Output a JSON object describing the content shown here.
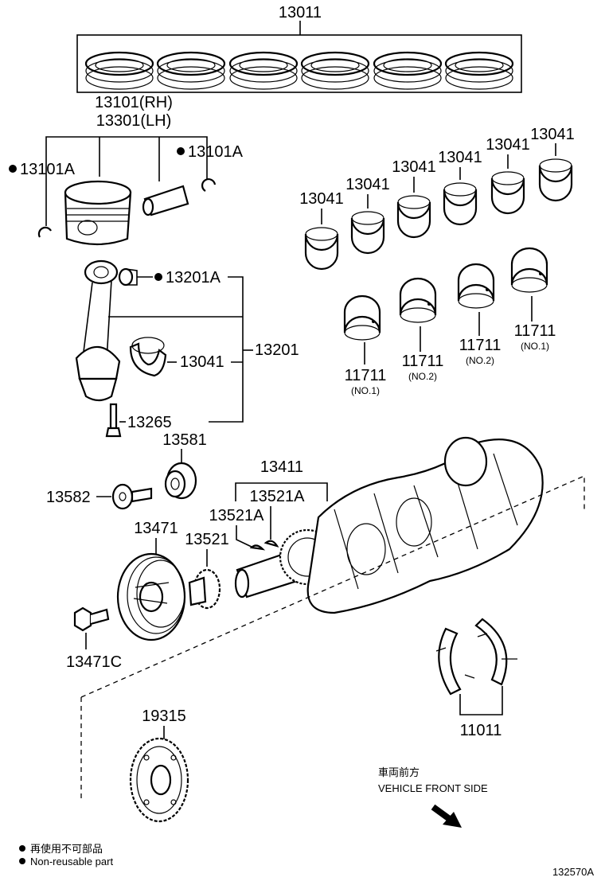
{
  "labels": {
    "ring_set": "13011",
    "piston_rh": "13101(RH)",
    "piston_lh": "13301(LH)",
    "snap_ring_left": "13101A",
    "snap_ring_right": "13101A",
    "bushing": "13201A",
    "con_rod_assy": "13201",
    "rod_bearing": "13041",
    "rod_bolt": "13265",
    "bearing_top_1": "13041",
    "bearing_top_2": "13041",
    "bearing_top_3": "13041",
    "bearing_top_4": "13041",
    "bearing_top_5": "13041",
    "bearing_top_6": "13041",
    "main_bearing_no1_a": "11711",
    "main_bearing_no1_a_sub": "(NO.1)",
    "main_bearing_no2": "11711",
    "main_bearing_no2_sub": "(NO.2)",
    "main_bearing_no2_b": "11711",
    "main_bearing_no2_b_sub": "(NO.2)",
    "main_bearing_no1_b": "11711",
    "main_bearing_no1_b_sub": "(NO.1)",
    "pilot_bearing": "13581",
    "washer_bolt": "13582",
    "crankshaft": "13411",
    "key_upper": "13521A",
    "key_lower": "13521A",
    "pulley": "13471",
    "timing_gear": "13521",
    "pulley_bolt": "13471C",
    "thrust_washer": "11011",
    "plate": "19315",
    "front_jp": "車両前方",
    "front_en": "VEHICLE FRONT SIDE",
    "legend_jp": "再使用不可部品",
    "legend_en": "Non-reusable part",
    "figure_id": "132570A"
  },
  "icons": {
    "non_reusable_marker": "filled-dot",
    "front_direction": "arrow-down-right"
  }
}
